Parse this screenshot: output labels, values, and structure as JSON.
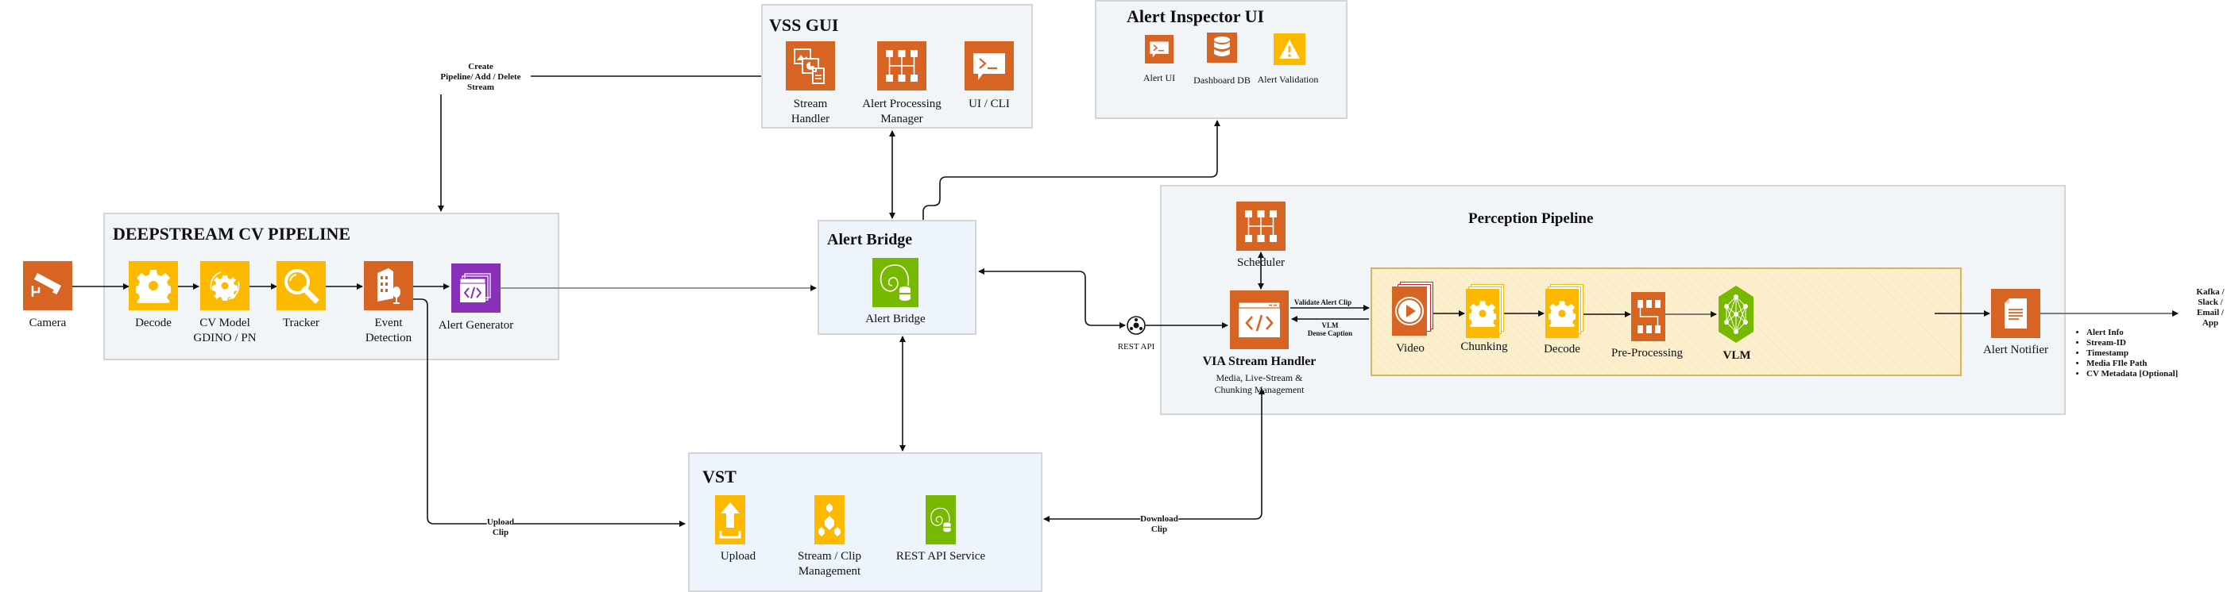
{
  "groups": {
    "deepstream": {
      "title": "DEEPSTREAM CV PIPELINE"
    },
    "vss_gui": {
      "title": "VSS GUI"
    },
    "alert_inspector": {
      "title": "Alert Inspector UI"
    },
    "alert_bridge": {
      "title": "Alert Bridge"
    },
    "perception": {
      "title": "Perception Pipeline"
    },
    "vst": {
      "title": "VST"
    }
  },
  "nodes": {
    "camera": "Camera",
    "decode": "Decode",
    "cv_model": [
      "CV Model",
      "GDINO / PN"
    ],
    "tracker": "Tracker",
    "event_detection": [
      "Event",
      "Detection"
    ],
    "alert_generator": "Alert Generator",
    "stream_handler": [
      "Stream",
      "Handler"
    ],
    "alert_processing_manager": [
      "Alert Processing",
      "Manager"
    ],
    "ui_cli": "UI / CLI",
    "alert_ui": "Alert UI",
    "dashboard_db": "Dashboard DB",
    "alert_validation": "Alert Validation",
    "alert_bridge": "Alert Bridge",
    "rest_api": "REST API",
    "scheduler": "Scheduler",
    "via_stream_handler": "VIA Stream Handler",
    "via_stream_handler_desc": [
      "Media, Live-Stream &",
      "Chunking Management"
    ],
    "video": "Video",
    "chunking": "Chunking",
    "decode2": "Decode",
    "pre_processing": "Pre-Processing",
    "vlm": "VLM",
    "alert_notifier": "Alert Notifier",
    "upload": "Upload",
    "stream_clip_mgmt": [
      "Stream / Clip",
      "Management"
    ],
    "rest_api_service": "REST API Service"
  },
  "edge_labels": {
    "create_pipeline": [
      "Create",
      "Pipeline/ Add / Delete",
      "Stream"
    ],
    "validate_alert_clip": "Validate Alert Clip",
    "vlm_dense_caption": [
      "VLM",
      "Dense Caption"
    ],
    "upload_clip": [
      "Upload",
      "Clip"
    ],
    "download_clip": [
      "Download",
      "Clip"
    ],
    "destinations": [
      "Kafka /",
      "Slack /",
      "Email /",
      "App"
    ]
  },
  "alert_payload": [
    "Alert Info",
    "Stream-ID",
    "Timestamp",
    "Media FIle Path",
    "CV Metadata [Optional]"
  ],
  "colors": {
    "orange": "#d86423",
    "amber": "#fdb900",
    "green": "#77b900",
    "purple": "#8a2fb9",
    "group_grey": "#f2f5f7",
    "group_blue": "#edf4fc",
    "group_yellow": "#fcefcd"
  }
}
